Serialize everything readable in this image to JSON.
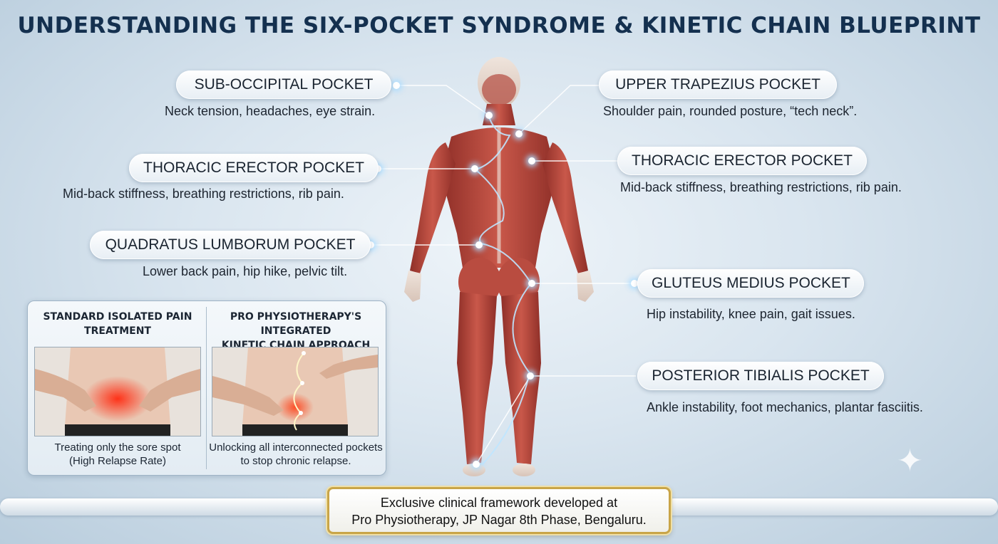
{
  "title": "UNDERSTANDING THE SIX-POCKET SYNDROME & KINETIC CHAIN BLUEPRINT",
  "pockets": [
    {
      "name": "SUB-OCCIPITAL POCKET",
      "description": "Neck tension, headaches, eye strain."
    },
    {
      "name": "UPPER TRAPEZIUS POCKET",
      "description": "Shoulder pain, rounded posture, “tech neck”."
    },
    {
      "name": "THORACIC ERECTOR POCKET",
      "description": "Mid-back stiffness, breathing restrictions, rib pain."
    },
    {
      "name": "THORACIC ERECTOR POCKET",
      "description": "Mid-back stiffness, breathing restrictions, rib pain."
    },
    {
      "name": "QUADRATUS LUMBORUM POCKET",
      "description": "Lower back pain, hip hike, pelvic tilt."
    },
    {
      "name": "GLUTEUS MEDIUS POCKET",
      "description": "Hip instability, knee pain, gait issues."
    },
    {
      "name": "POSTERIOR TIBIALIS POCKET",
      "description": "Ankle instability, foot mechanics, plantar fasciitis."
    }
  ],
  "comparison": {
    "standard": {
      "title_line1": "STANDARD ISOLATED PAIN",
      "title_line2": "TREATMENT",
      "caption_line1": "Treating only the sore spot",
      "caption_line2": "(High Relapse Rate)"
    },
    "integrated": {
      "title_line1": "PRO PHYSIOTHERAPY'S INTEGRATED",
      "title_line2": "KINETIC CHAIN APPROACH",
      "caption_line1": "Unlocking all interconnected pockets",
      "caption_line2": "to stop chronic relapse."
    }
  },
  "footer": {
    "line1": "Exclusive clinical framework developed at",
    "line2": "Pro Physiotherapy, JP Nagar 8th Phase, Bengaluru."
  },
  "colors": {
    "title": "#14304f",
    "muscle": "#b5453a",
    "glow": "#bfe6ff",
    "footer_border": "#c9a548"
  }
}
